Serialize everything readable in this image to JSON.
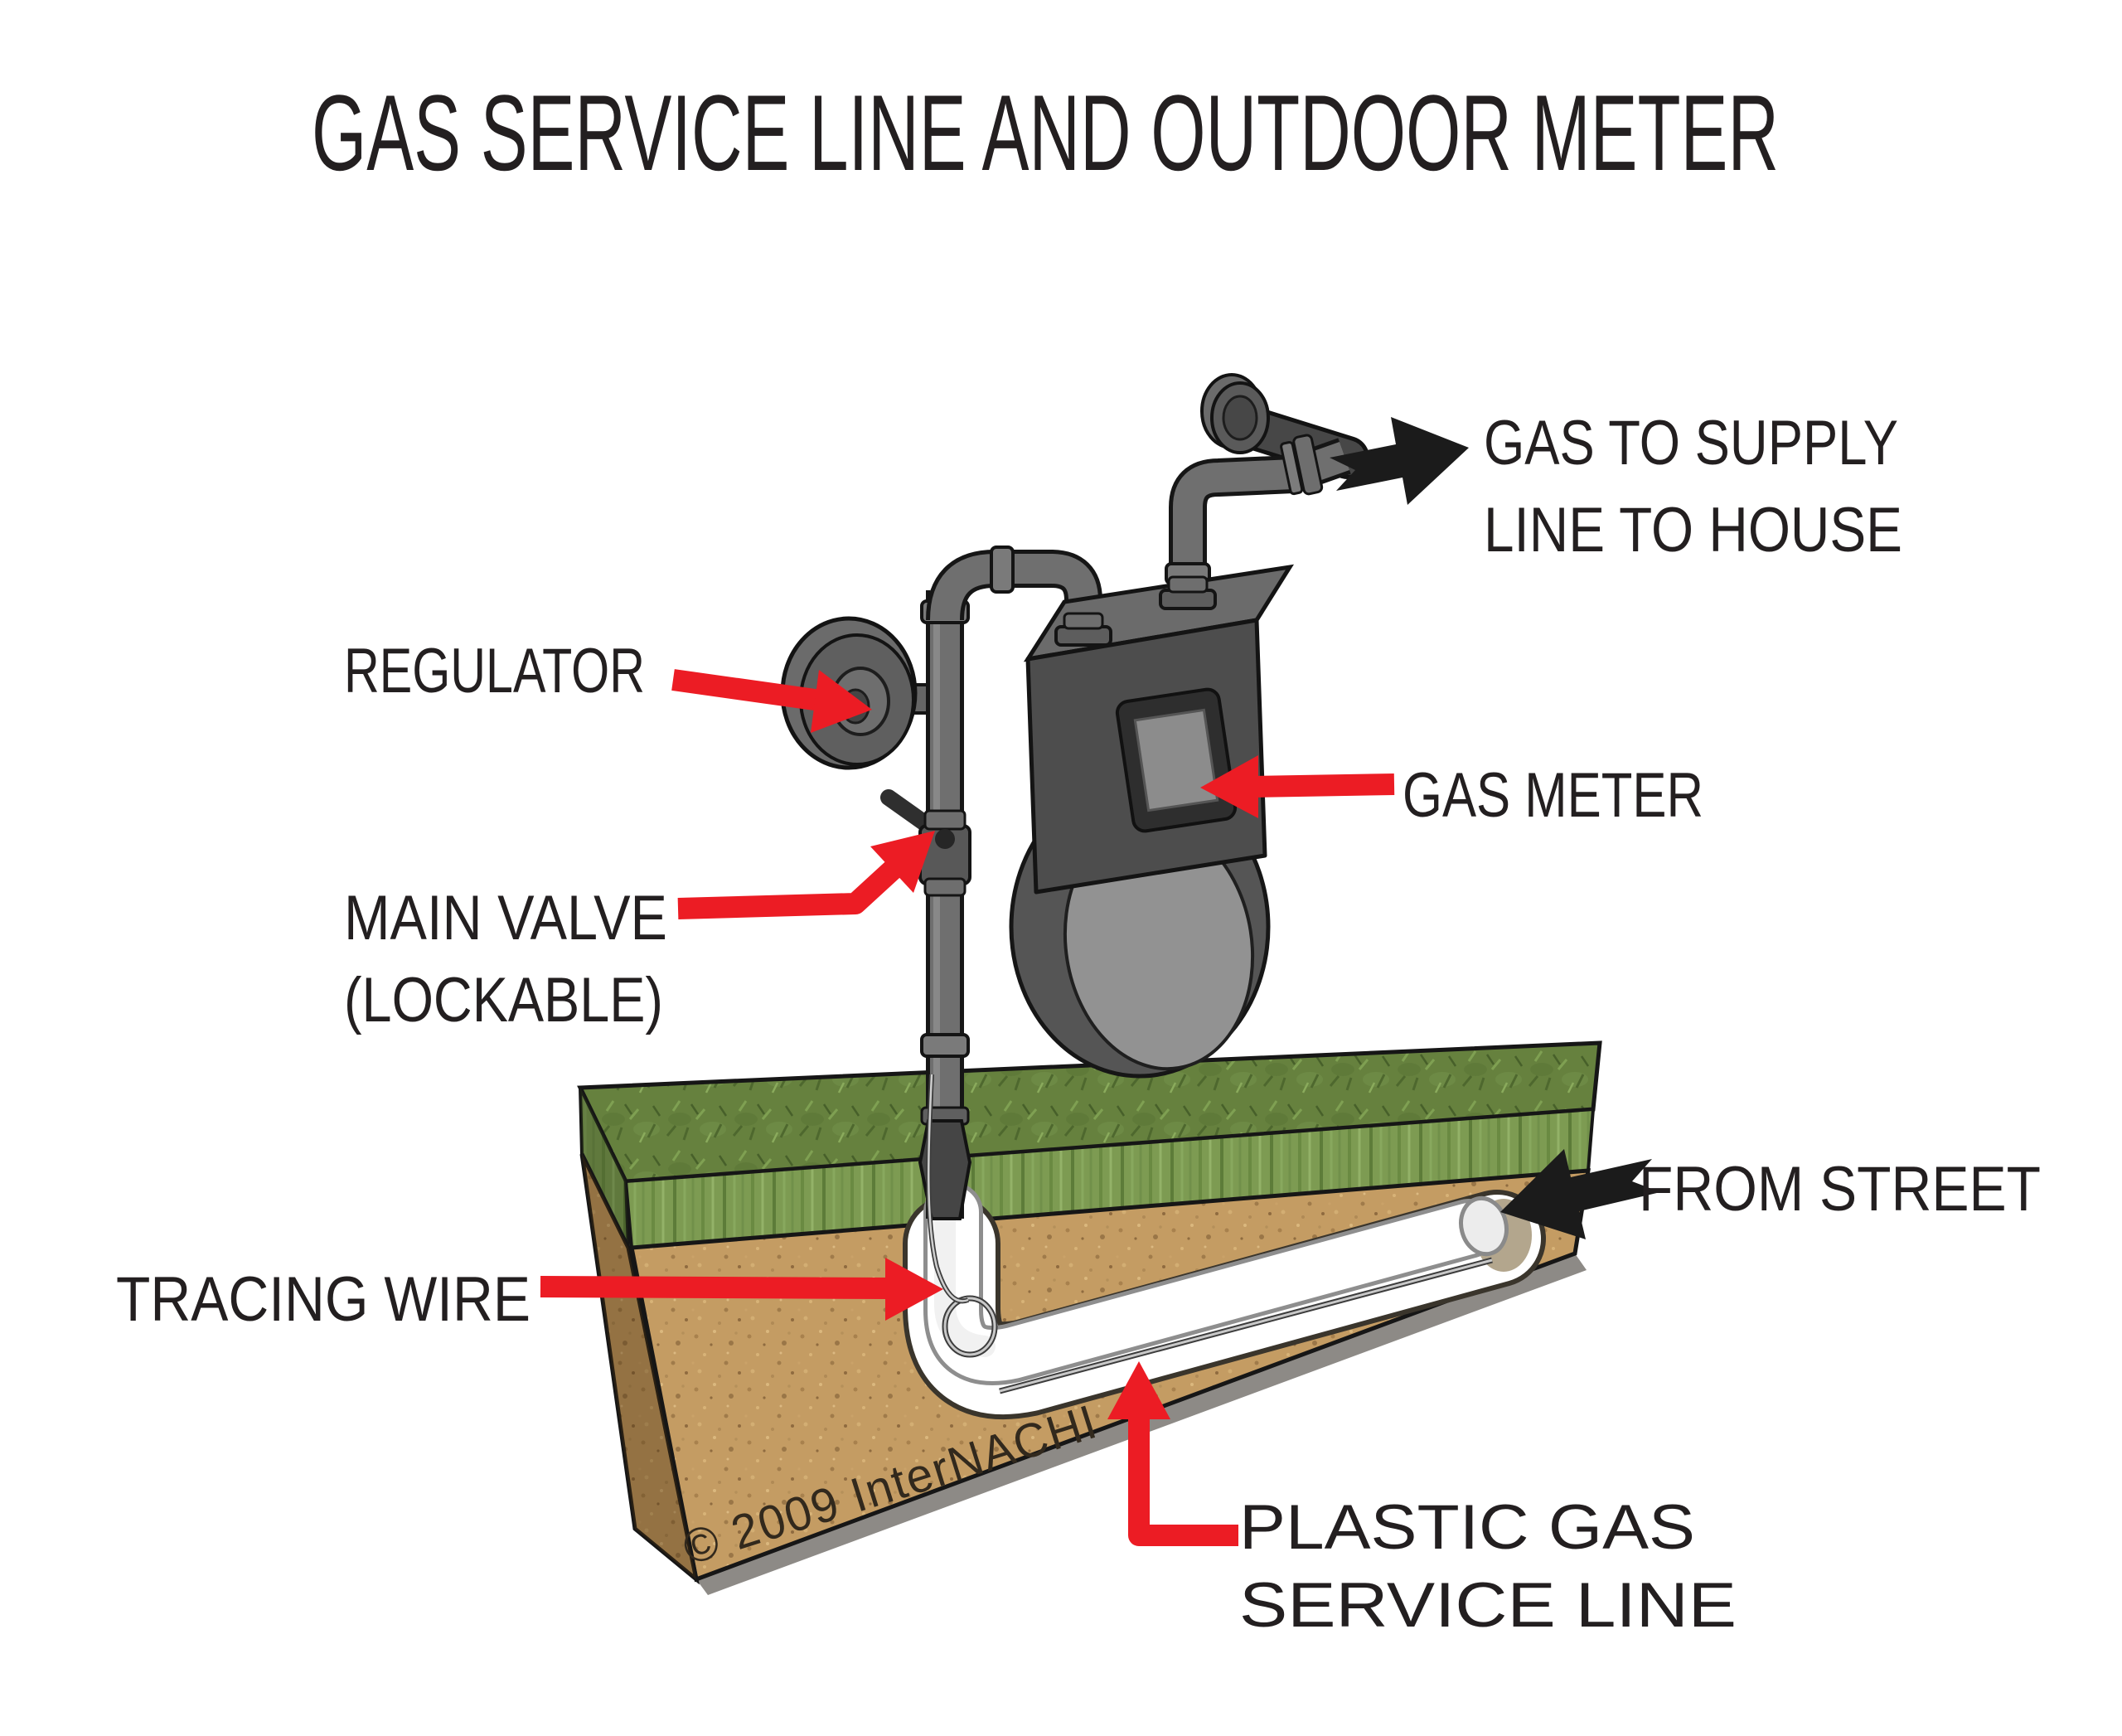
{
  "title": "GAS SERVICE LINE AND OUTDOOR METER",
  "labels": {
    "gas_to_supply": {
      "line1": "GAS TO SUPPLY",
      "line2": "LINE TO HOUSE"
    },
    "regulator": "REGULATOR",
    "gas_meter": "GAS METER",
    "main_valve": {
      "line1": "MAIN VALVE",
      "line2": "(LOCKABLE)"
    },
    "from_street": "FROM STREET",
    "tracing_wire": "TRACING WIRE",
    "plastic_line": {
      "line1": "PLASTIC GAS",
      "line2": "SERVICE LINE"
    }
  },
  "copyright": "© 2009 InterNACHI",
  "colors": {
    "background": "#ffffff",
    "text": "#231f20",
    "arrow_red": "#ec1c24",
    "arrow_black": "#1b1b1b",
    "soil_base": "#c49c63",
    "soil_dark": "#8f6b3f",
    "grass_top": "#66813e",
    "grass_front": "#7d9b52",
    "pipe_grey": "#6f6f6f",
    "pipe_dark": "#474747",
    "plastic_white": "#ffffff",
    "meter_grey": "#4d4d4d",
    "meter_face": "#929292"
  }
}
